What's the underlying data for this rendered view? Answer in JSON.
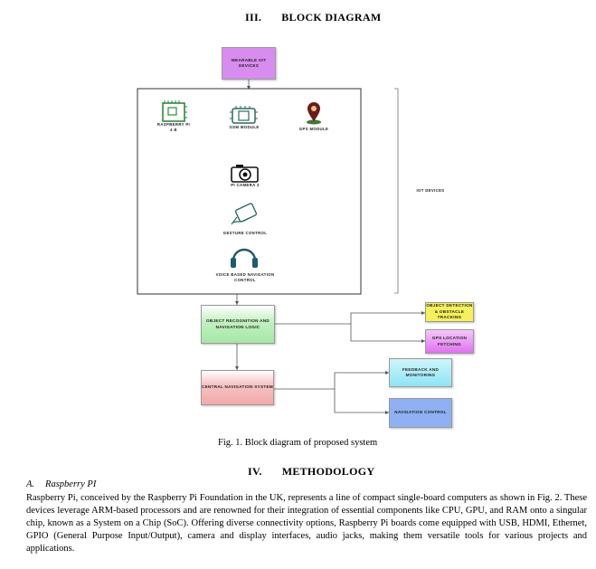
{
  "section3": {
    "number": "III.",
    "title": "BLOCK DIAGRAM"
  },
  "diagram": {
    "wearable": "Wearable IoT devices",
    "raspberry": "Raspberry Pi 4 B",
    "gsm": "GSM module",
    "gps": "GPS module",
    "camera": "Pi Camera 3",
    "gesture": "Gesture control",
    "voice": "Voice based navigation control",
    "iot_label": "IoT Devices",
    "object_recognition": "Object Recognition and Navigation Logic",
    "object_detection": "Object Detection & Obstacle Tracking",
    "gps_fetch": "GPS Location Fetching",
    "central": "Central Navigation System",
    "feedback": "Feedback and Monitoring",
    "nav_control": "Navigation Control",
    "colors": {
      "wearable": "#d98cf0",
      "object_recognition": "#bff0bf",
      "object_detection": "#f6f05a",
      "gps_fetch": "#e070ef",
      "central": "#f4b6b6",
      "feedback": "#8fe4f4",
      "nav_control": "#8fb0f2"
    }
  },
  "figure_caption": "Fig. 1. Block diagram of proposed system",
  "section4": {
    "number": "IV.",
    "title": "METHODOLOGY"
  },
  "subsection": {
    "letter": "A.",
    "title": "Raspberry PI"
  },
  "paragraph": "Raspberry Pi, conceived by the Raspberry Pi Foundation in the UK, represents a line of compact single-board computers as shown in Fig. 2. These devices leverage ARM-based processors and are renowned for their integration of essential components like CPU, GPU, and RAM onto a singular chip, known as a System on a Chip (SoC). Offering diverse connectivity options, Raspberry Pi boards come equipped with USB, HDMI, Ethernet, GPIO (General Purpose Input/Output), camera and display interfaces, audio jacks, making them versatile tools for various projects and applications."
}
